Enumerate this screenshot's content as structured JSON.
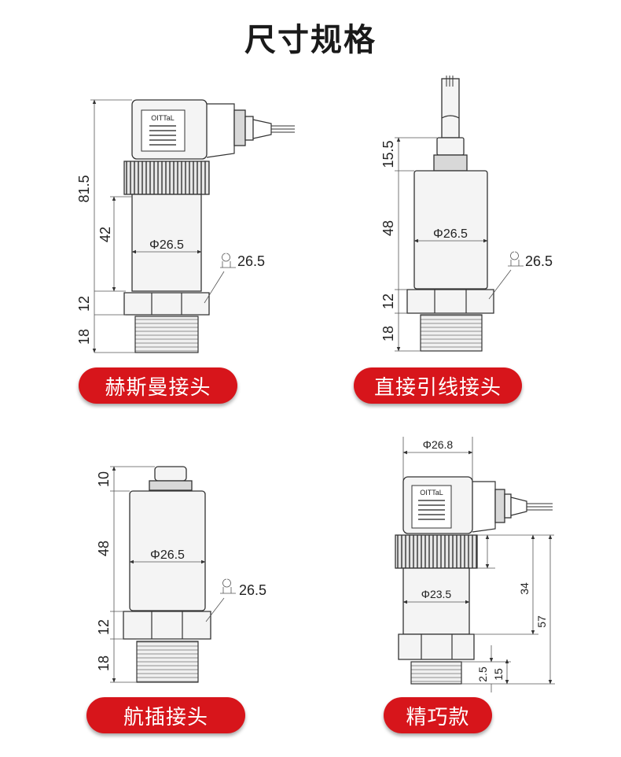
{
  "title": "尺寸规格",
  "accent_color": "#d7151b",
  "logo_text": "OITTaL",
  "variants": [
    {
      "label": "赫斯曼接头",
      "dims": {
        "total_height": "81.5",
        "body_height": "42",
        "diameter": "Φ26.5",
        "hex": "26.5",
        "hex_height": "12",
        "thread_height": "18"
      }
    },
    {
      "label": "直接引线接头",
      "dims": {
        "cable_gland": "15.5",
        "body_height": "48",
        "diameter": "Φ26.5",
        "hex": "26.5",
        "hex_height": "12",
        "thread_height": "18"
      }
    },
    {
      "label": "航插接头",
      "dims": {
        "plug_height": "10",
        "body_height": "48",
        "diameter": "Φ26.5",
        "hex": "26.5",
        "hex_height": "12",
        "thread_height": "18"
      }
    },
    {
      "label": "精巧款",
      "dims": {
        "top_diameter": "Φ26.8",
        "diameter": "Φ23.5",
        "body_height": "34",
        "total_height": "57",
        "thread_small": "2.5",
        "thread_height": "15"
      }
    }
  ]
}
